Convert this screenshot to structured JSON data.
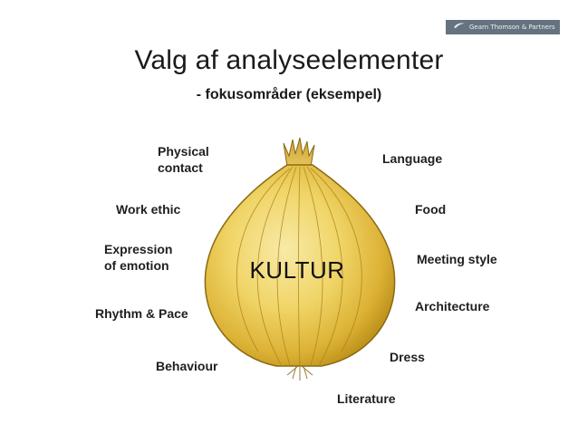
{
  "logo": {
    "text": "Gearn Thomson & Partners",
    "icon": "swoosh-icon",
    "background": "#64737f"
  },
  "title": "Valg af analyseelementer",
  "subtitle": "- fokusområder (eksempel)",
  "center_label": "KULTUR",
  "colors": {
    "onion_light": "#f6e49a",
    "onion_mid": "#e9c84a",
    "onion_dark": "#c79a1a",
    "onion_outline": "#8a6a12",
    "text": "#1f1f1f"
  },
  "labels_left": [
    "Physical\ncontact",
    "Work ethic",
    "Expression\nof emotion",
    "Rhythm & Pace",
    "Behaviour"
  ],
  "labels_right": [
    "Language",
    "Food",
    "Meeting style",
    "Architecture",
    "Dress",
    "Literature"
  ]
}
